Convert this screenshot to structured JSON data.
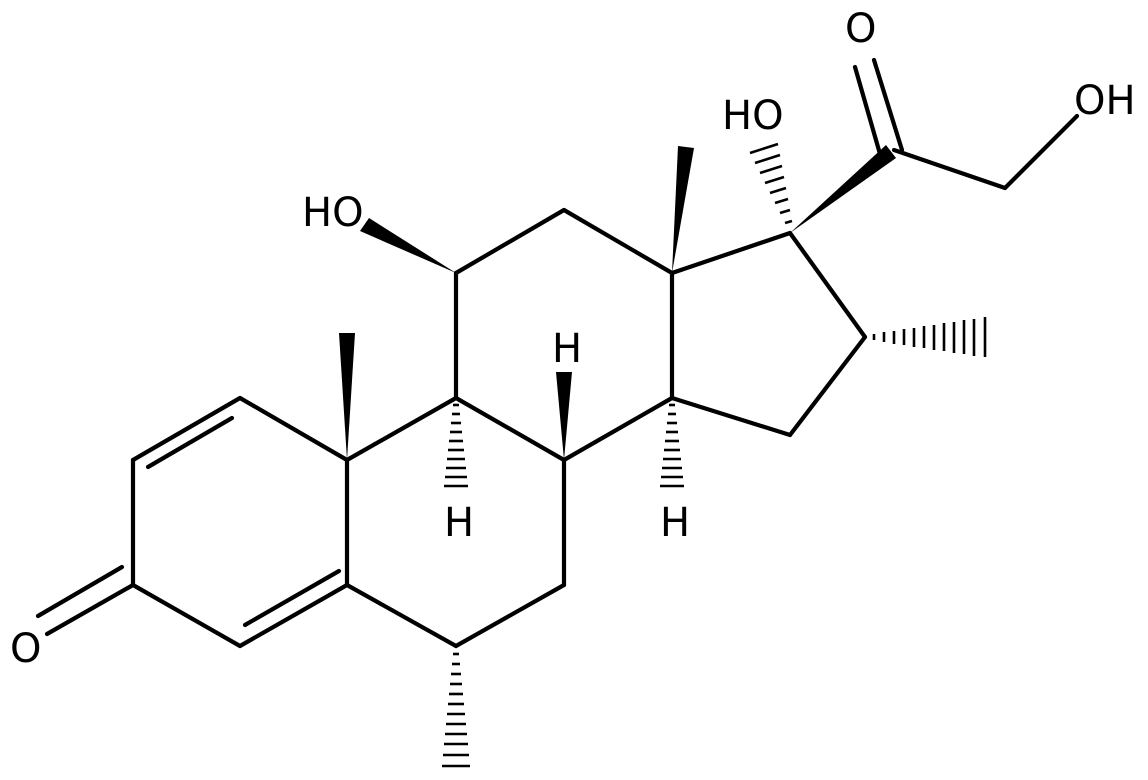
{
  "labels": {
    "o_ketone_c3": "O",
    "oh_c11": "HO",
    "oh_c17": "HO",
    "o_ketone_c20": "O",
    "oh_c21": "OH",
    "h_c8": "H",
    "h_c9": "H",
    "h_c14": "H"
  },
  "colors": {
    "ink": "#000000",
    "background": "#ffffff"
  }
}
